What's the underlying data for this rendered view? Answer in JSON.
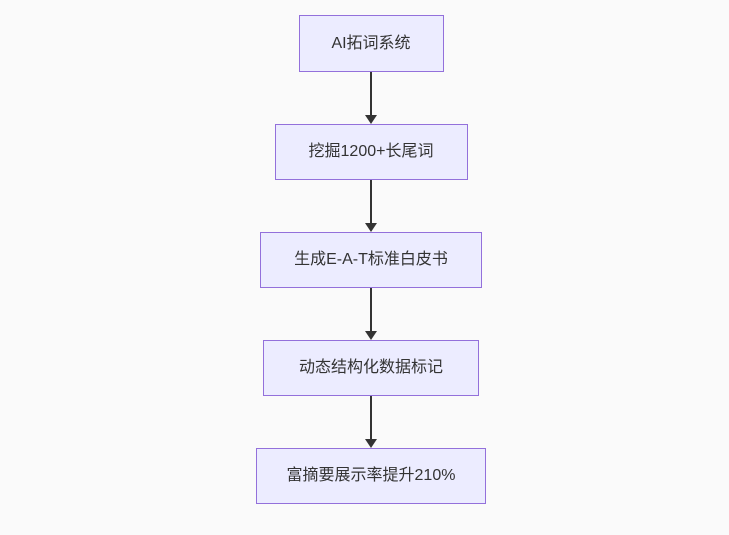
{
  "flowchart": {
    "type": "vertical-flow",
    "nodes": [
      {
        "label": "AI拓词系统"
      },
      {
        "label": "挖掘1200+长尾词"
      },
      {
        "label": "生成E-A-T标准白皮书"
      },
      {
        "label": "动态结构化数据标记"
      },
      {
        "label": "富摘要展示率提升210%"
      }
    ],
    "colors": {
      "background": "#fafafa",
      "node_fill": "#ececff",
      "node_border": "#9370db",
      "node_text": "#333333",
      "arrow": "#333333"
    }
  }
}
